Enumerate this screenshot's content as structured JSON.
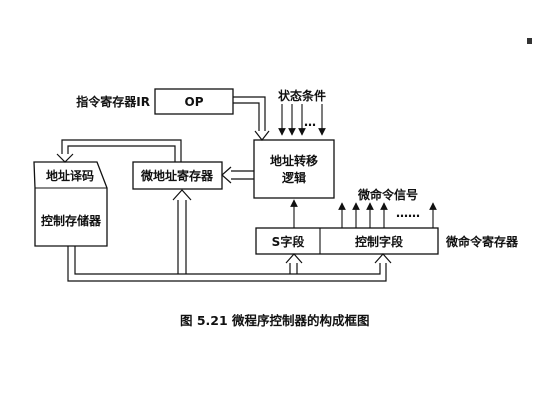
{
  "diagram": {
    "ir_label": "指令寄存器IR",
    "op_label": "OP",
    "status_label": "状态条件",
    "status_dots": "…",
    "addr_decode_label": "地址译码",
    "control_store_label": "控制存储器",
    "micro_addr_reg_label": "微地址寄存器",
    "addr_transfer_label_1": "地址转移",
    "addr_transfer_label_2": "逻辑",
    "micro_cmd_signal_label": "微命令信号",
    "micro_cmd_dots": "……",
    "s_field_label": "S字段",
    "ctrl_field_label": "控制字段",
    "micro_cmd_reg_label": "微命令寄存器",
    "caption": "图 5.21   微程序控制器的构成框图"
  }
}
